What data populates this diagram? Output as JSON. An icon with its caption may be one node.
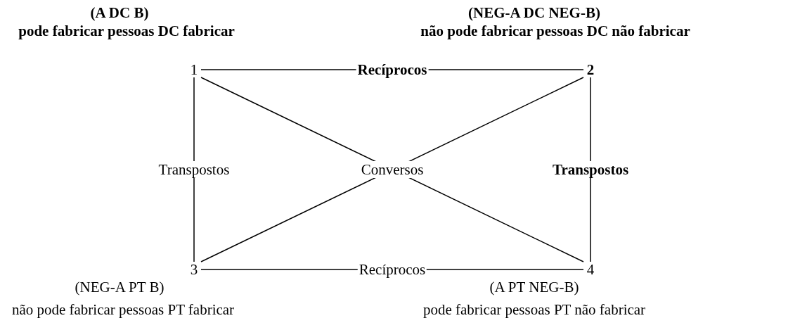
{
  "diagram": {
    "nodes": [
      {
        "text": [
          "1"
        ],
        "beside": [
          "(A DC B)",
          "pode fabricar pessoas DC fabricar"
        ]
      },
      {
        "text": [
          "2"
        ],
        "beside": [
          "(NEG-A DC NEG-B)",
          "não pode fabricar pessoas DC não fabricar"
        ]
      },
      {
        "text": [
          "3"
        ],
        "beside": [
          "(NEG-A PT B)",
          "não pode fabricar pessoas PT fabricar"
        ]
      },
      {
        "text": [
          "4"
        ],
        "beside": [
          "(A PT NEG-B)",
          "pode fabricar pessoas PT não fabricar"
        ]
      }
    ],
    "edges": [
      {
        "from": 0,
        "to": 1,
        "arrow": "none",
        "label": "Recíprocos"
      },
      {
        "from": 0,
        "to": 2,
        "arrow": "none",
        "label": "Transpostos"
      },
      {
        "from": 0,
        "to": 3,
        "arrow": "none",
        "label": "Conversos"
      },
      {
        "from": 1,
        "to": 2,
        "arrow": "none"
      },
      {
        "from": 1,
        "to": 3,
        "arrow": "none",
        "label": "Transpostos"
      },
      {
        "from": 2,
        "to": 3,
        "arrow": "none",
        "label": "Recíprocos"
      }
    ]
  }
}
